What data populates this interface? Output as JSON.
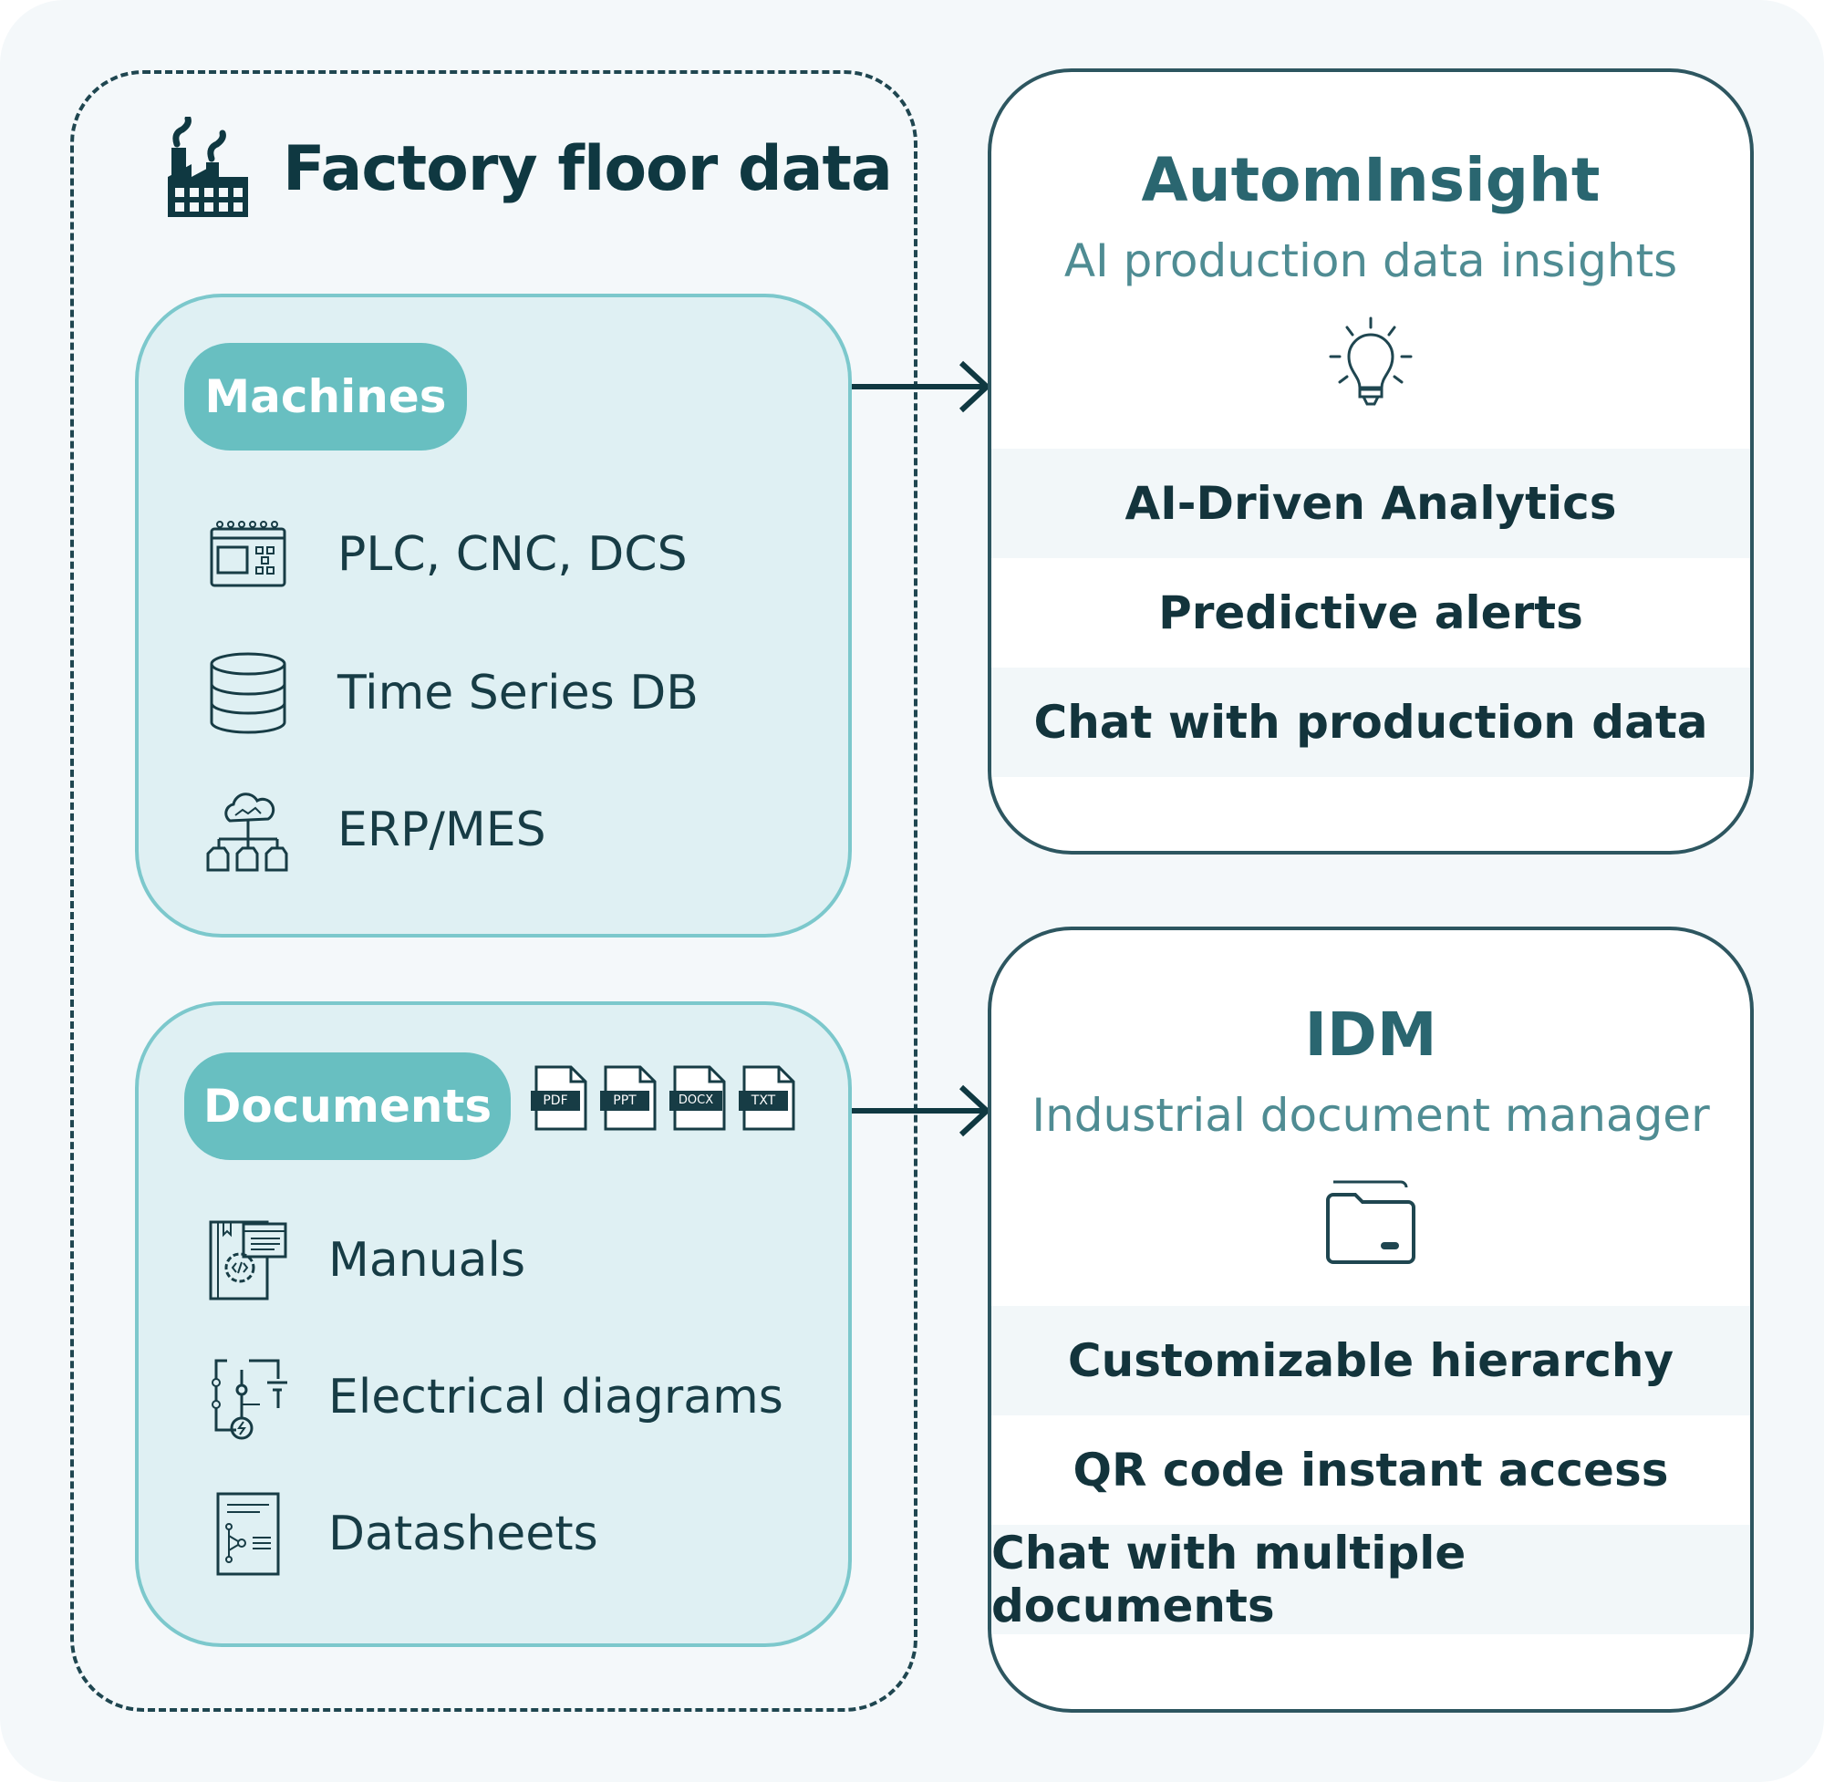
{
  "factory": {
    "title": "Factory floor data"
  },
  "machines": {
    "label": "Machines",
    "items": [
      {
        "label": "PLC, CNC, DCS",
        "icon": "plc-controller-icon"
      },
      {
        "label": "Time Series DB",
        "icon": "database-icon"
      },
      {
        "label": "ERP/MES",
        "icon": "cloud-network-icon"
      }
    ]
  },
  "documents": {
    "label": "Documents",
    "filetypes": [
      "PDF",
      "PPT",
      "DOCX",
      "TXT"
    ],
    "items": [
      {
        "label": "Manuals",
        "icon": "manual-book-icon"
      },
      {
        "label": "Electrical diagrams",
        "icon": "circuit-diagram-icon"
      },
      {
        "label": "Datasheets",
        "icon": "datasheet-icon"
      }
    ]
  },
  "autominsight": {
    "title": "AutomInsight",
    "subtitle": "AI production data insights",
    "icon": "lightbulb-icon",
    "features": [
      "AI-Driven Analytics",
      "Predictive alerts",
      "Chat with production data"
    ]
  },
  "idm": {
    "title": "IDM",
    "subtitle": "Industrial document manager",
    "icon": "folder-icon",
    "features": [
      "Customizable hierarchy",
      "QR code instant access",
      "Chat with multiple documents"
    ]
  },
  "colors": {
    "accent": "#68bfc1",
    "group_fill": "#dff0f3",
    "dark": "#0f3841",
    "title_teal": "#2a6670"
  }
}
